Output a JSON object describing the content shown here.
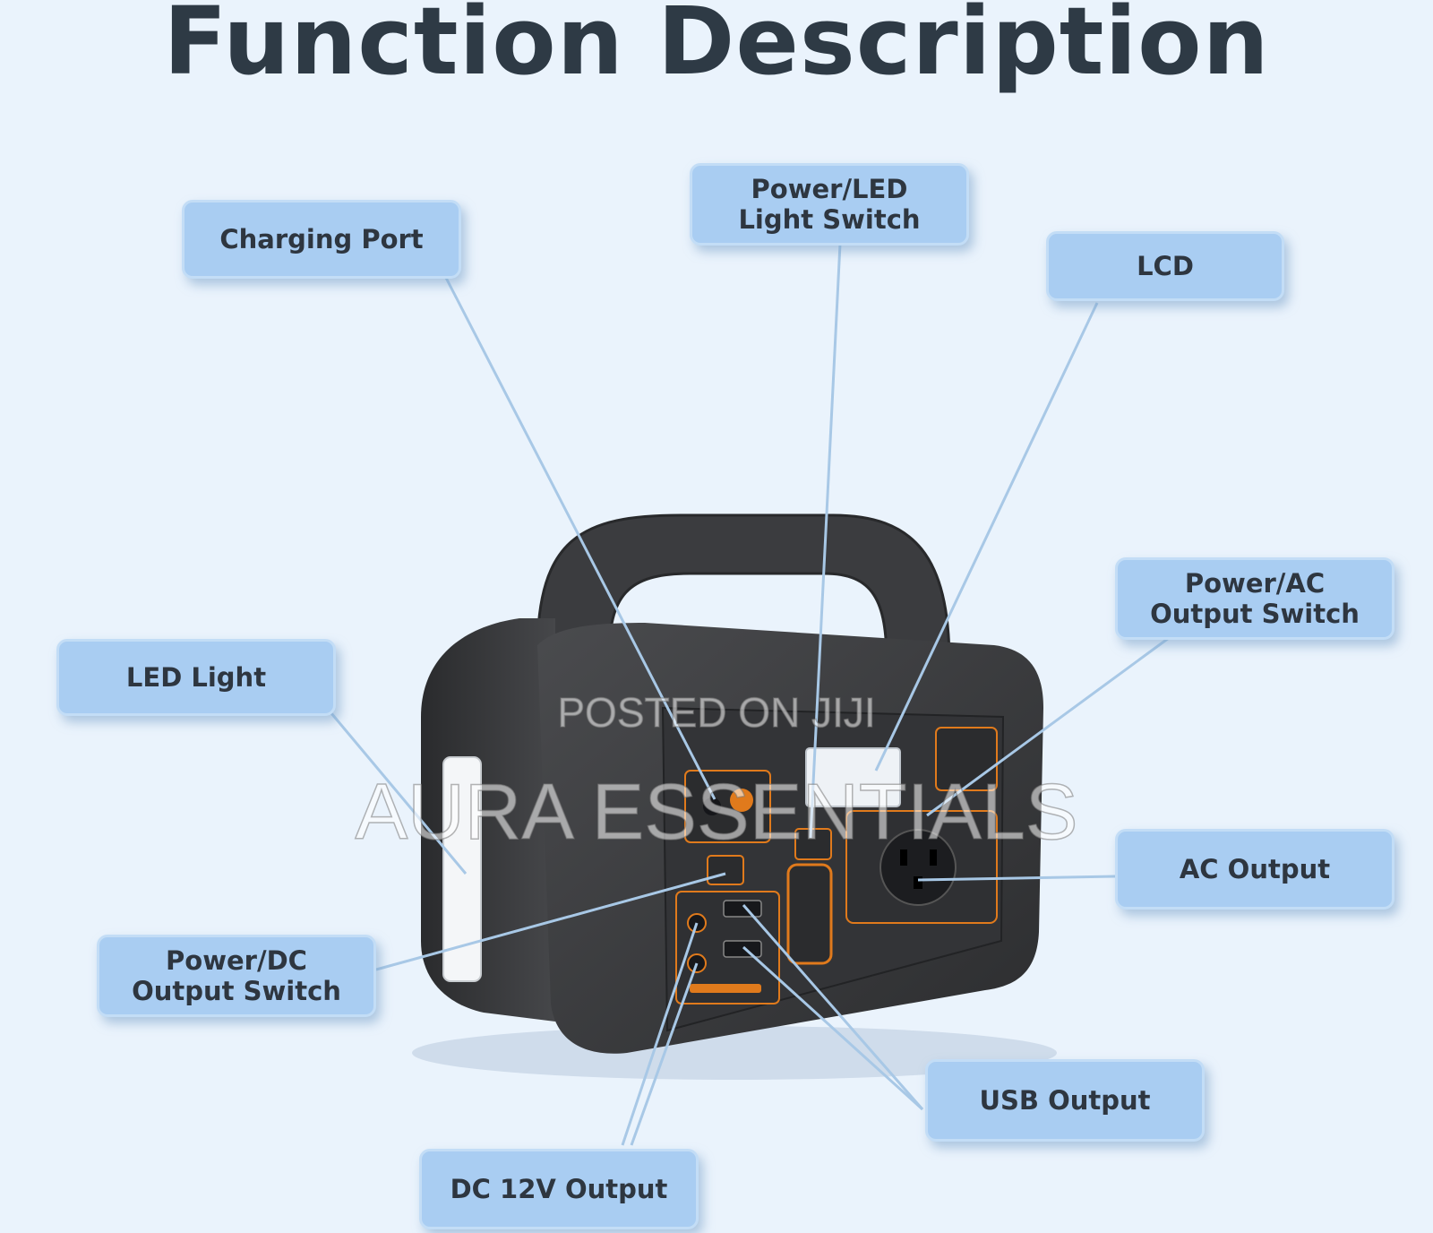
{
  "title": "Function Description",
  "labels": {
    "charging_port": "Charging Port",
    "power_led_switch_1": "Power/LED",
    "power_led_switch_2": "Light Switch",
    "lcd": "LCD",
    "power_ac_switch_1": "Power/AC",
    "power_ac_switch_2": "Output Switch",
    "led_light": "LED Light",
    "ac_output": "AC Output",
    "power_dc_switch_1": "Power/DC",
    "power_dc_switch_2": "Output Switch",
    "usb_output": "USB Output",
    "dc_12v_output": "DC 12V Output"
  },
  "watermark": {
    "line1": "POSTED ON JIJI",
    "line2": "AURA ESSENTIALS"
  },
  "colors": {
    "callout_fill": "#a9cdf2",
    "device_body": "#3a3b3d",
    "accent": "#e07a1c",
    "leader_line": "#a8c8e6"
  }
}
